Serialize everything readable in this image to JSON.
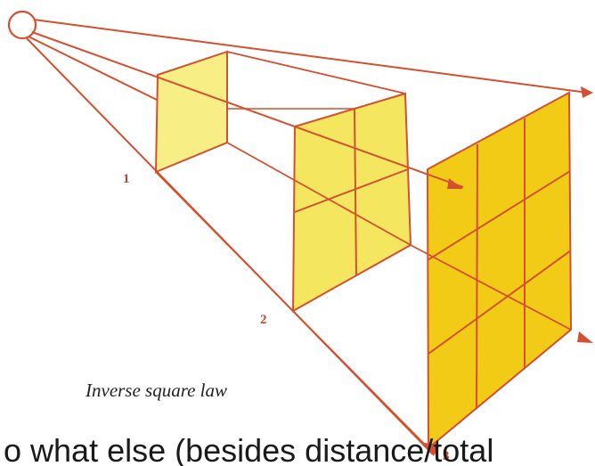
{
  "caption": "Inverse square law",
  "labels": {
    "one": "1",
    "two": "2",
    "three": "3"
  },
  "bottom_text": "o what else (besides distance/total",
  "colors": {
    "line": "#d4502f",
    "square_1_fill": "#f7ef86",
    "square_2_fill": "#f5e660",
    "square_3_fill": "#f2cb17",
    "text": "#1a1a1a"
  }
}
